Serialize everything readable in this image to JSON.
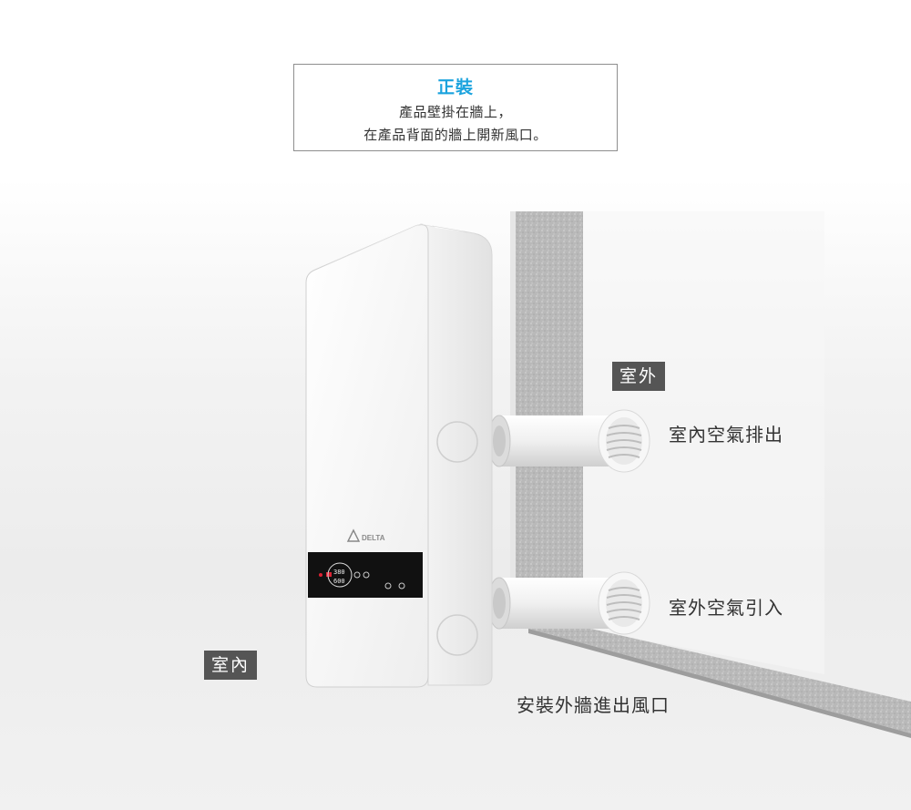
{
  "callout": {
    "title": "正裝",
    "line1": "產品壁掛在牆上，",
    "line2": "在產品背面的牆上開新風口。",
    "title_color": "#1ba3de"
  },
  "labels": {
    "outdoor_tag": "室外",
    "indoor_tag": "室內",
    "exhaust": "室內空氣排出",
    "intake": "室外空氣引入",
    "install": "安裝外牆進出風口"
  },
  "device": {
    "brand": "DELTA",
    "display_top": "380",
    "display_bottom": "600"
  },
  "icons": [
    "delta-logo-icon",
    "wifi-icon",
    "power-icon",
    "mode-icon",
    "fan-icon",
    "timer-icon",
    "settings-icon"
  ]
}
